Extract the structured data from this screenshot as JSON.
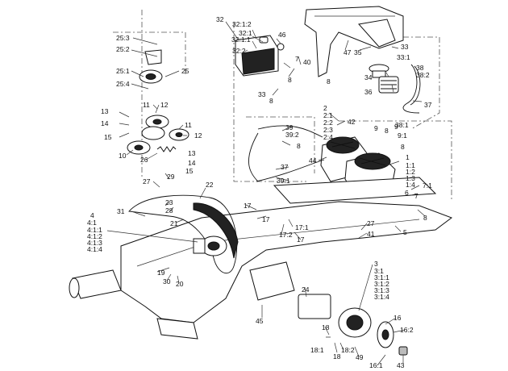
{
  "callouts": [
    {
      "id": "c32",
      "text": "32"
    },
    {
      "id": "c32-1-2",
      "text": "32:1:2"
    },
    {
      "id": "c32-1",
      "text": "32:1"
    },
    {
      "id": "c32-1-1",
      "text": "32:1:1"
    },
    {
      "id": "c46",
      "text": "46"
    },
    {
      "id": "c32-2",
      "text": "32:2"
    },
    {
      "id": "c7a",
      "text": "7"
    },
    {
      "id": "c40",
      "text": "40"
    },
    {
      "id": "c47",
      "text": "47"
    },
    {
      "id": "c35",
      "text": "35"
    },
    {
      "id": "c33a",
      "text": "33"
    },
    {
      "id": "c33-1",
      "text": "33:1"
    },
    {
      "id": "c8a",
      "text": "8"
    },
    {
      "id": "c8b",
      "text": "8"
    },
    {
      "id": "c34",
      "text": "34"
    },
    {
      "id": "c38",
      "text": "38"
    },
    {
      "id": "c38-2",
      "text": "38:2"
    },
    {
      "id": "c33b",
      "text": "33"
    },
    {
      "id": "c8c",
      "text": "8"
    },
    {
      "id": "c36",
      "text": "36"
    },
    {
      "id": "c37a",
      "text": "37"
    },
    {
      "id": "c38-1",
      "text": "38:1"
    },
    {
      "id": "c25-3",
      "text": "25:3"
    },
    {
      "id": "c25-2",
      "text": "25:2"
    },
    {
      "id": "c25-1",
      "text": "25:1"
    },
    {
      "id": "c25",
      "text": "25"
    },
    {
      "id": "c25-4",
      "text": "25:4"
    },
    {
      "id": "c11a",
      "text": "11"
    },
    {
      "id": "c12a",
      "text": "12"
    },
    {
      "id": "c13a",
      "text": "13"
    },
    {
      "id": "c14a",
      "text": "14"
    },
    {
      "id": "c15a",
      "text": "15"
    },
    {
      "id": "c11b",
      "text": "11"
    },
    {
      "id": "c12b",
      "text": "12"
    },
    {
      "id": "c10",
      "text": "10"
    },
    {
      "id": "c26",
      "text": "26"
    },
    {
      "id": "c13b",
      "text": "13"
    },
    {
      "id": "c14b",
      "text": "14"
    },
    {
      "id": "c15b",
      "text": "15"
    },
    {
      "id": "c27a",
      "text": "27"
    },
    {
      "id": "c29",
      "text": "29"
    },
    {
      "id": "c2",
      "text": "2"
    },
    {
      "id": "c2-1",
      "text": "2:1"
    },
    {
      "id": "c2-2",
      "text": "2:2"
    },
    {
      "id": "c2-3",
      "text": "2:3"
    },
    {
      "id": "c2-4",
      "text": "2:4"
    },
    {
      "id": "c42",
      "text": "42"
    },
    {
      "id": "c9a",
      "text": "9"
    },
    {
      "id": "c8d",
      "text": "8"
    },
    {
      "id": "c9b",
      "text": "9"
    },
    {
      "id": "c9-1",
      "text": "9:1"
    },
    {
      "id": "c8e",
      "text": "8"
    },
    {
      "id": "c39",
      "text": "39"
    },
    {
      "id": "c39-2",
      "text": "39:2"
    },
    {
      "id": "c8f",
      "text": "8"
    },
    {
      "id": "c44",
      "text": "44"
    },
    {
      "id": "c1",
      "text": "1"
    },
    {
      "id": "c1-1",
      "text": "1:1"
    },
    {
      "id": "c1-2",
      "text": "1:2"
    },
    {
      "id": "c1-3",
      "text": "1:3"
    },
    {
      "id": "c1-4",
      "text": "1:4"
    },
    {
      "id": "c37b",
      "text": "37"
    },
    {
      "id": "c39-1",
      "text": "39:1"
    },
    {
      "id": "c22",
      "text": "22"
    },
    {
      "id": "c23",
      "text": "23"
    },
    {
      "id": "c28",
      "text": "28"
    },
    {
      "id": "c31",
      "text": "31"
    },
    {
      "id": "c21",
      "text": "21"
    },
    {
      "id": "c6",
      "text": "6"
    },
    {
      "id": "c7b",
      "text": "7"
    },
    {
      "id": "c7-1",
      "text": "7:1"
    },
    {
      "id": "c8g",
      "text": "8"
    },
    {
      "id": "c17a",
      "text": "17"
    },
    {
      "id": "c17b",
      "text": "17"
    },
    {
      "id": "c17-1",
      "text": "17:1"
    },
    {
      "id": "c17-2",
      "text": "17:2"
    },
    {
      "id": "c17c",
      "text": "17"
    },
    {
      "id": "c27b",
      "text": "27"
    },
    {
      "id": "c41",
      "text": "41"
    },
    {
      "id": "c5",
      "text": "5"
    },
    {
      "id": "c4",
      "text": "4"
    },
    {
      "id": "c4-1",
      "text": "4:1"
    },
    {
      "id": "c4-1-1",
      "text": "4:1:1"
    },
    {
      "id": "c4-1-2",
      "text": "4:1:2"
    },
    {
      "id": "c4-1-3",
      "text": "4:1:3"
    },
    {
      "id": "c4-1-4",
      "text": "4:1:4"
    },
    {
      "id": "c19",
      "text": "19"
    },
    {
      "id": "c30",
      "text": "30"
    },
    {
      "id": "c20",
      "text": "20"
    },
    {
      "id": "c3",
      "text": "3"
    },
    {
      "id": "c3-1",
      "text": "3:1"
    },
    {
      "id": "c3-1-1",
      "text": "3:1:1"
    },
    {
      "id": "c3-1-2",
      "text": "3:1:2"
    },
    {
      "id": "c3-1-3",
      "text": "3:1:3"
    },
    {
      "id": "c3-1-4",
      "text": "3:1:4"
    },
    {
      "id": "c24",
      "text": "24"
    },
    {
      "id": "c45",
      "text": "45"
    },
    {
      "id": "c16",
      "text": "16"
    },
    {
      "id": "c16-2",
      "text": "16:2"
    },
    {
      "id": "c18a",
      "text": "18"
    },
    {
      "id": "c18-1",
      "text": "18:1"
    },
    {
      "id": "c18b",
      "text": "18"
    },
    {
      "id": "c18-2",
      "text": "18:2"
    },
    {
      "id": "c49",
      "text": "49"
    },
    {
      "id": "c16-1",
      "text": "16:1"
    },
    {
      "id": "c43",
      "text": "43"
    }
  ]
}
